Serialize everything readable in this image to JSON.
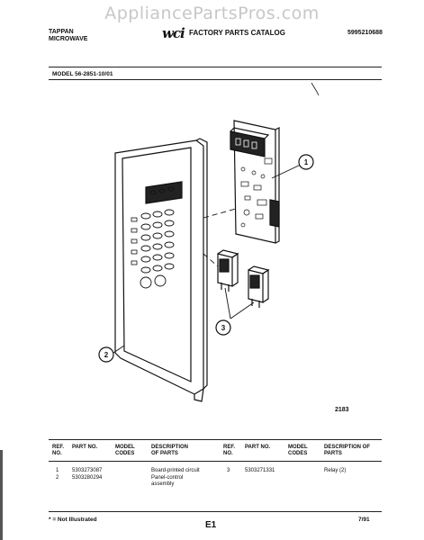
{
  "watermark": "AppliancePartsPros.com",
  "header": {
    "brand": "TAPPAN",
    "product": "MICROWAVE",
    "logo": "wci",
    "catalog_title": "FACTORY PARTS CATALOG",
    "catalog_number": "5995210688"
  },
  "model_line": "MODEL 56-2851-10/01",
  "diagram": {
    "figure_number": "2183",
    "callouts": [
      "1",
      "2",
      "3"
    ]
  },
  "table": {
    "headers": {
      "ref_no": "REF. NO.",
      "part_no": "PART NO.",
      "model_codes": "MODEL CODES",
      "description": "DESCRIPTION OF PARTS"
    },
    "left_rows": [
      {
        "ref": "1",
        "part": "5303273087",
        "desc": "Board-printed circuit"
      },
      {
        "ref": "2",
        "part": "5303280294",
        "desc": "Panel-control assembly"
      }
    ],
    "right_rows": [
      {
        "ref": "3",
        "part": "5303271331",
        "desc": "Relay (2)"
      }
    ]
  },
  "footer": {
    "note": "* = Not Illustrated",
    "page": "E1",
    "date": "7/91"
  },
  "colors": {
    "ink": "#111111",
    "watermark": "#c7c7c7"
  }
}
